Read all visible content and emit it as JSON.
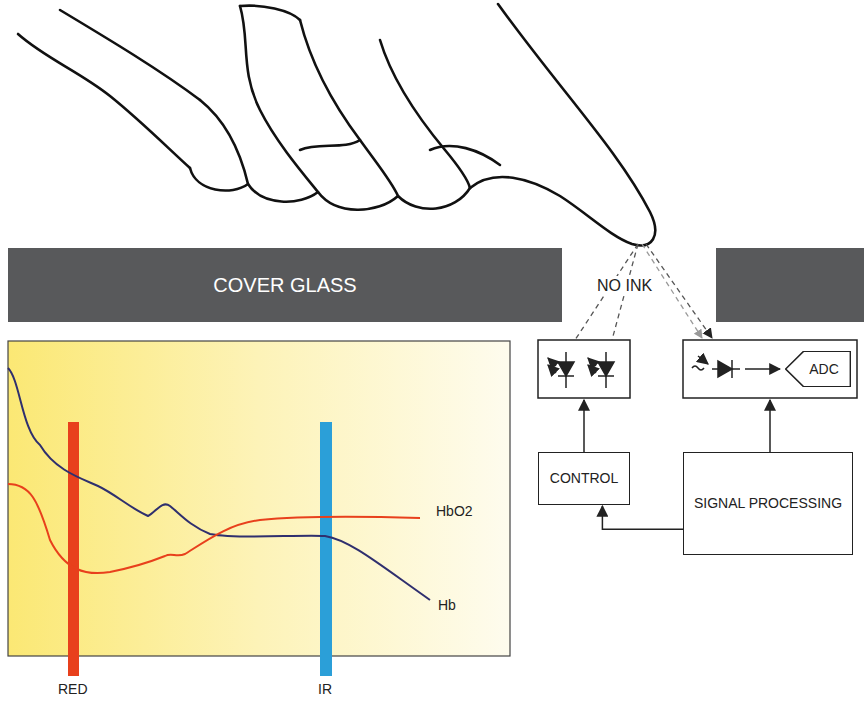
{
  "diagram": {
    "nodes": [
      {
        "text": [
          "COVER GLASS"
        ]
      },
      {
        "text": [
          "ADC"
        ]
      },
      {
        "text": [
          "CONTROL"
        ]
      },
      {
        "text": [
          "SIGNAL PROCESSING"
        ]
      }
    ],
    "edges": [
      {
        "from": 3,
        "to": 2,
        "arrow": "to"
      }
    ],
    "labels": [
      "NO INK",
      "HbO2",
      "Hb",
      "RED",
      "IR"
    ]
  }
}
